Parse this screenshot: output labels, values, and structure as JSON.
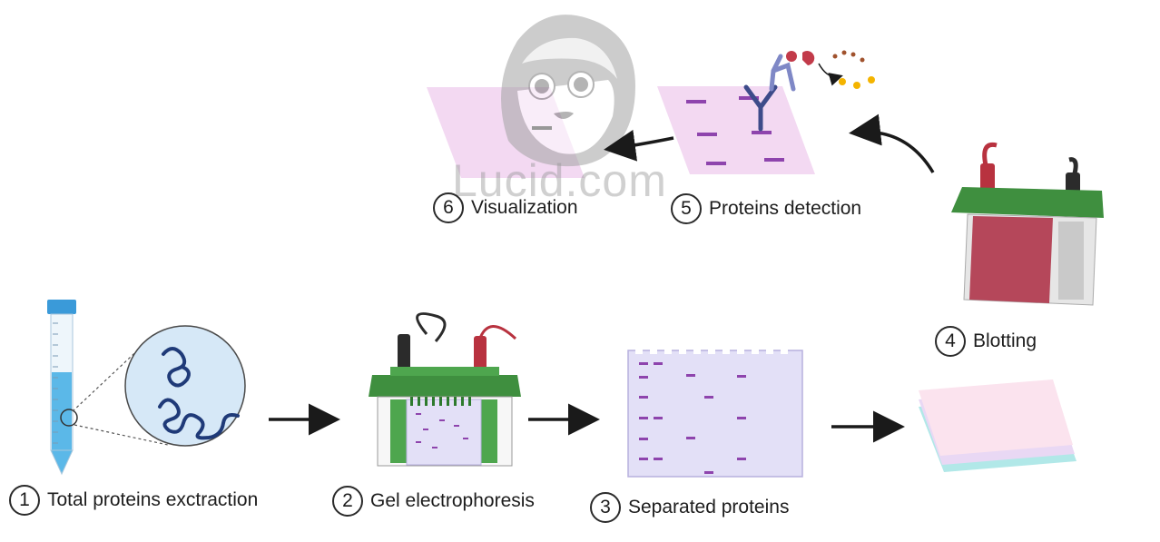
{
  "steps": [
    {
      "num": "1",
      "label": "Total proteins exctraction"
    },
    {
      "num": "2",
      "label": "Gel electrophoresis"
    },
    {
      "num": "3",
      "label": "Separated proteins"
    },
    {
      "num": "4",
      "label": "Blotting"
    },
    {
      "num": "5",
      "label": "Proteins detection"
    },
    {
      "num": "6",
      "label": "Visualization"
    }
  ],
  "watermark": "Lucid.com",
  "colors": {
    "tube_blue": "#5bb8e8",
    "gel_purple": "#e3e0f7",
    "band_purple": "#8e44ad",
    "apparatus_green": "#3f8f3f",
    "blot_red": "#b5475a",
    "membrane_pink": "#f3d9f2"
  }
}
